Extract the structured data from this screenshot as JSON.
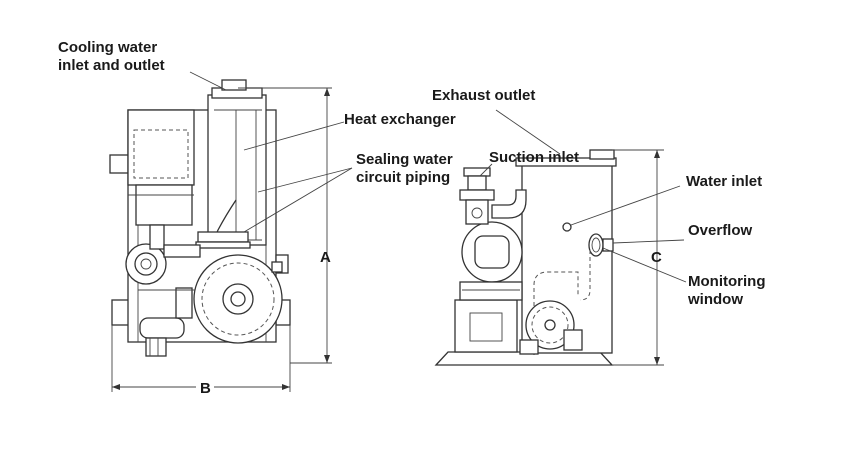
{
  "labels": {
    "cooling_water_line1": "Cooling water",
    "cooling_water_line2": "inlet and outlet",
    "heat_exchanger": "Heat exchanger",
    "sealing_water_line1": "Sealing water",
    "sealing_water_line2": "circuit piping",
    "exhaust_outlet": "Exhaust outlet",
    "suction_inlet": "Suction inlet",
    "water_inlet": "Water inlet",
    "overflow": "Overflow",
    "monitoring_line1": "Monitoring",
    "monitoring_line2": "window"
  },
  "dimensions": {
    "a": "A",
    "b": "B",
    "c": "C"
  }
}
